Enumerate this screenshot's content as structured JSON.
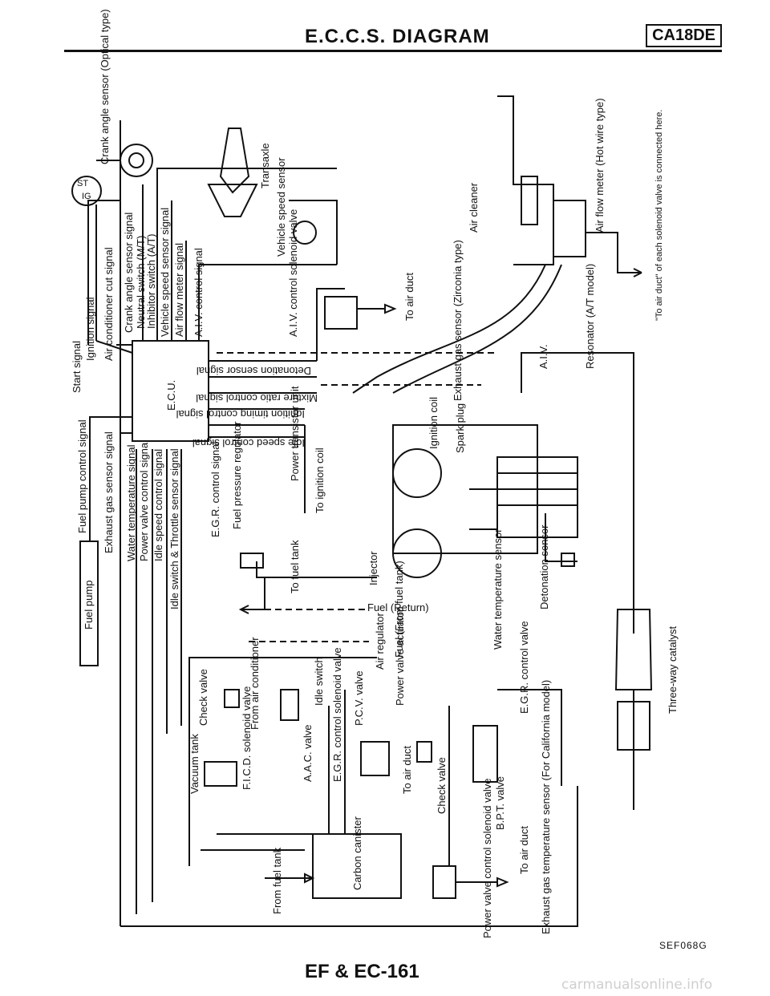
{
  "header": {
    "title": "E.C.C.S. DIAGRAM",
    "engine_code": "CA18DE"
  },
  "footer": {
    "figure_code": "SEF068G",
    "page": "EF & EC-161",
    "watermark": "carmanualsonline.info"
  },
  "signals": {
    "start": "Start signal",
    "ignition": "Ignition signal",
    "ac_cut": "Air conditioner cut signal",
    "crank_angle": "Crank angle sensor signal",
    "neutral_mt": "Neutral switch (M/T)",
    "inhibitor_at": "Inhibitor switch (A/T)",
    "vehicle_speed": "Vehicle speed sensor signal",
    "air_flow": "Air flow meter signal",
    "aiv_control": "A.I.V. control signal",
    "fuel_pump_control": "Fuel pump control signal",
    "exhaust_gas": "Exhaust gas sensor signal",
    "water_temp": "Water temperature signal",
    "power_valve": "Power valve control signal",
    "idle_speed": "Idle speed control signal",
    "idle_throttle": "Idle switch & Throttle sensor signal",
    "egr_control": "E.G.R. control signal",
    "detonation": "Detonation sensor signal",
    "mixture_ratio": "Mixture ratio control signal",
    "ignition_timing": "Ignition timing control signal",
    "idle_speed_ctrl": "Idle speed control signal"
  },
  "components": {
    "ecu": "E.C.U.",
    "fuel_pump": "Fuel pump",
    "crank_sensor": "Crank angle sensor (Optical type)",
    "transaxle": "Transaxle",
    "vss": "Vehicle speed sensor",
    "air_cleaner": "Air cleaner",
    "afm": "Air flow meter (Hot wire type)",
    "to_air_duct_note": "\"To air duct\" of each solenoid valve is connected here.",
    "resonator": "Resonator (A/T model)",
    "aiv": "A.I.V.",
    "aiv_solenoid": "A.I.V. control solenoid valve",
    "to_air_duct": "To air duct",
    "exhaust_sensor": "Exhaust gas sensor (Zirconia type)",
    "ignition_coil": "Ignition coil",
    "spark_plug": "Spark plug",
    "power_transistor": "Power transistor unit",
    "to_ignition_coil": "To ignition coil",
    "fuel_pressure_reg": "Fuel pressure regulator",
    "to_fuel_tank": "To fuel tank",
    "injector": "Injector",
    "fuel_return": "Fuel (Return)",
    "fuel_from_tank": "Fuel (From fuel tank)",
    "air_regulator": "Air regulator",
    "power_valve_actuator": "Power valve actuator",
    "pcv_valve": "P.C.V. valve",
    "water_temp_sensor": "Water temperature sensor",
    "detonation_sensor": "Detonation sensor",
    "egr_valve": "E.G.R. control valve",
    "three_way": "Three-way catalyst",
    "vacuum_tank": "Vacuum tank",
    "check_valve": "Check valve",
    "from_ac": "From air conditioner",
    "idle_switch": "Idle switch",
    "fic_solenoid": "F.I.C.D. solenoid valve",
    "aac_valve": "A.A.C. valve",
    "egr_solenoid": "E.G.R. control solenoid valve",
    "bpt_valve": "B.P.T. valve",
    "carbon_canister": "Carbon canister",
    "from_fuel_tank": "From fuel tank",
    "pv_solenoid": "Power valve control solenoid valve",
    "exh_temp_sensor": "Exhaust gas temperature sensor (For California model)",
    "st": "ST",
    "ig": "IG"
  }
}
